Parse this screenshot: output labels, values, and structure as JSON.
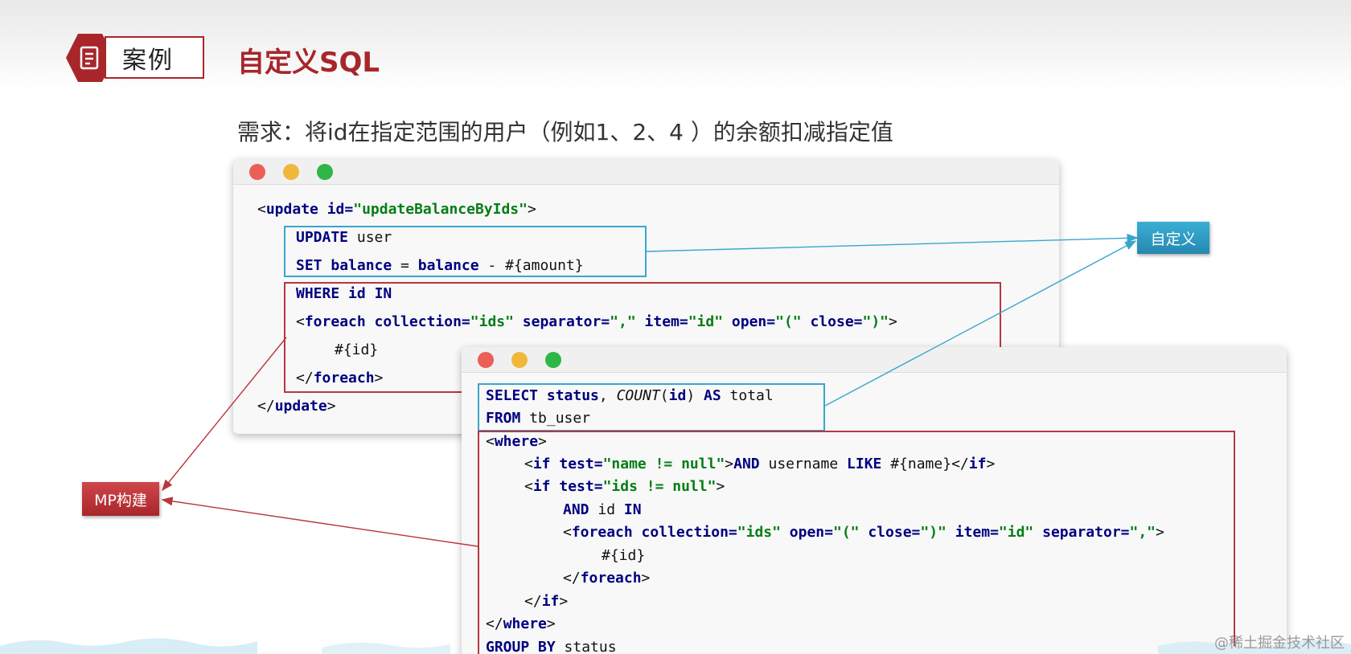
{
  "header": {
    "badge_label": "案例",
    "title": "自定义SQL"
  },
  "requirement": "需求：将id在指定范围的用户（例如1、2、4 ）的余额扣减指定值",
  "window1": {
    "lines": [
      [
        {
          "t": "<"
        },
        {
          "t": "update",
          "c": "kw"
        },
        {
          "t": " "
        },
        {
          "t": "id=",
          "c": "kw"
        },
        {
          "t": "\"updateBalanceByIds\"",
          "c": "str"
        },
        {
          "t": ">"
        }
      ],
      [
        {
          "t": "UPDATE",
          "c": "kw"
        },
        {
          "t": " user"
        }
      ],
      [
        {
          "t": "SET",
          "c": "kw"
        },
        {
          "t": " "
        },
        {
          "t": "balance",
          "c": "kw"
        },
        {
          "t": " = "
        },
        {
          "t": "balance",
          "c": "kw"
        },
        {
          "t": " - #{amount}"
        }
      ],
      [
        {
          "t": "WHERE",
          "c": "kw"
        },
        {
          "t": " "
        },
        {
          "t": "id",
          "c": "kw"
        },
        {
          "t": " "
        },
        {
          "t": "IN",
          "c": "kw"
        }
      ],
      [
        {
          "t": "<"
        },
        {
          "t": "foreach",
          "c": "kw"
        },
        {
          "t": " "
        },
        {
          "t": "collection=",
          "c": "kw"
        },
        {
          "t": "\"ids\"",
          "c": "str"
        },
        {
          "t": " "
        },
        {
          "t": "separator=",
          "c": "kw"
        },
        {
          "t": "\",\"",
          "c": "str"
        },
        {
          "t": " "
        },
        {
          "t": "item=",
          "c": "kw"
        },
        {
          "t": "\"id\"",
          "c": "str"
        },
        {
          "t": " "
        },
        {
          "t": "open=",
          "c": "kw"
        },
        {
          "t": "\"(\"",
          "c": "str"
        },
        {
          "t": " "
        },
        {
          "t": "close=",
          "c": "kw"
        },
        {
          "t": "\")\"",
          "c": "str"
        },
        {
          "t": ">"
        }
      ],
      [
        {
          "t": "#{id}"
        }
      ],
      [
        {
          "t": "</"
        },
        {
          "t": "foreach",
          "c": "kw"
        },
        {
          "t": ">"
        }
      ],
      [
        {
          "t": "</"
        },
        {
          "t": "update",
          "c": "kw"
        },
        {
          "t": ">"
        }
      ]
    ]
  },
  "window2": {
    "lines": [
      [
        {
          "t": "SELECT",
          "c": "kw"
        },
        {
          "t": " "
        },
        {
          "t": "status",
          "c": "kw"
        },
        {
          "t": ", "
        },
        {
          "t": "COUNT",
          "c": "it"
        },
        {
          "t": "("
        },
        {
          "t": "id",
          "c": "kw"
        },
        {
          "t": ") "
        },
        {
          "t": "AS",
          "c": "kw"
        },
        {
          "t": " total"
        }
      ],
      [
        {
          "t": "FROM",
          "c": "kw"
        },
        {
          "t": " tb_user"
        }
      ],
      [
        {
          "t": "<"
        },
        {
          "t": "where",
          "c": "kw"
        },
        {
          "t": ">"
        }
      ],
      [
        {
          "t": "<"
        },
        {
          "t": "if",
          "c": "kw"
        },
        {
          "t": " "
        },
        {
          "t": "test=",
          "c": "kw"
        },
        {
          "t": "\"name != null\"",
          "c": "str"
        },
        {
          "t": ">"
        },
        {
          "t": "AND",
          "c": "kw"
        },
        {
          "t": " username "
        },
        {
          "t": "LIKE",
          "c": "kw"
        },
        {
          "t": " #{name}</"
        },
        {
          "t": "if",
          "c": "kw"
        },
        {
          "t": ">"
        }
      ],
      [
        {
          "t": "<"
        },
        {
          "t": "if",
          "c": "kw"
        },
        {
          "t": " "
        },
        {
          "t": "test=",
          "c": "kw"
        },
        {
          "t": "\"ids != null\"",
          "c": "str"
        },
        {
          "t": ">"
        }
      ],
      [
        {
          "t": "AND",
          "c": "kw"
        },
        {
          "t": " id "
        },
        {
          "t": "IN",
          "c": "kw"
        }
      ],
      [
        {
          "t": "<"
        },
        {
          "t": "foreach",
          "c": "kw"
        },
        {
          "t": " "
        },
        {
          "t": "collection=",
          "c": "kw"
        },
        {
          "t": "\"ids\"",
          "c": "str"
        },
        {
          "t": " "
        },
        {
          "t": "open=",
          "c": "kw"
        },
        {
          "t": "\"(\"",
          "c": "str"
        },
        {
          "t": " "
        },
        {
          "t": "close=",
          "c": "kw"
        },
        {
          "t": "\")\"",
          "c": "str"
        },
        {
          "t": " "
        },
        {
          "t": "item=",
          "c": "kw"
        },
        {
          "t": "\"id\"",
          "c": "str"
        },
        {
          "t": " "
        },
        {
          "t": "separator=",
          "c": "kw"
        },
        {
          "t": "\",\"",
          "c": "str"
        },
        {
          "t": ">"
        }
      ],
      [
        {
          "t": "#{id}"
        }
      ],
      [
        {
          "t": "</"
        },
        {
          "t": "foreach",
          "c": "kw"
        },
        {
          "t": ">"
        }
      ],
      [
        {
          "t": "</"
        },
        {
          "t": "if",
          "c": "kw"
        },
        {
          "t": ">"
        }
      ],
      [
        {
          "t": "</"
        },
        {
          "t": "where",
          "c": "kw"
        },
        {
          "t": ">"
        }
      ],
      [
        {
          "t": "GROUP BY",
          "c": "kw"
        },
        {
          "t": " status"
        }
      ]
    ]
  },
  "labels": {
    "custom": "自定义",
    "mp_build": "MP构建"
  },
  "watermark": "@稀土掘金技术社区",
  "colors": {
    "accent_red": "#a8262a",
    "highlight_blue": "#3aa6cc",
    "keyword": "#000080",
    "string": "#067d17"
  }
}
